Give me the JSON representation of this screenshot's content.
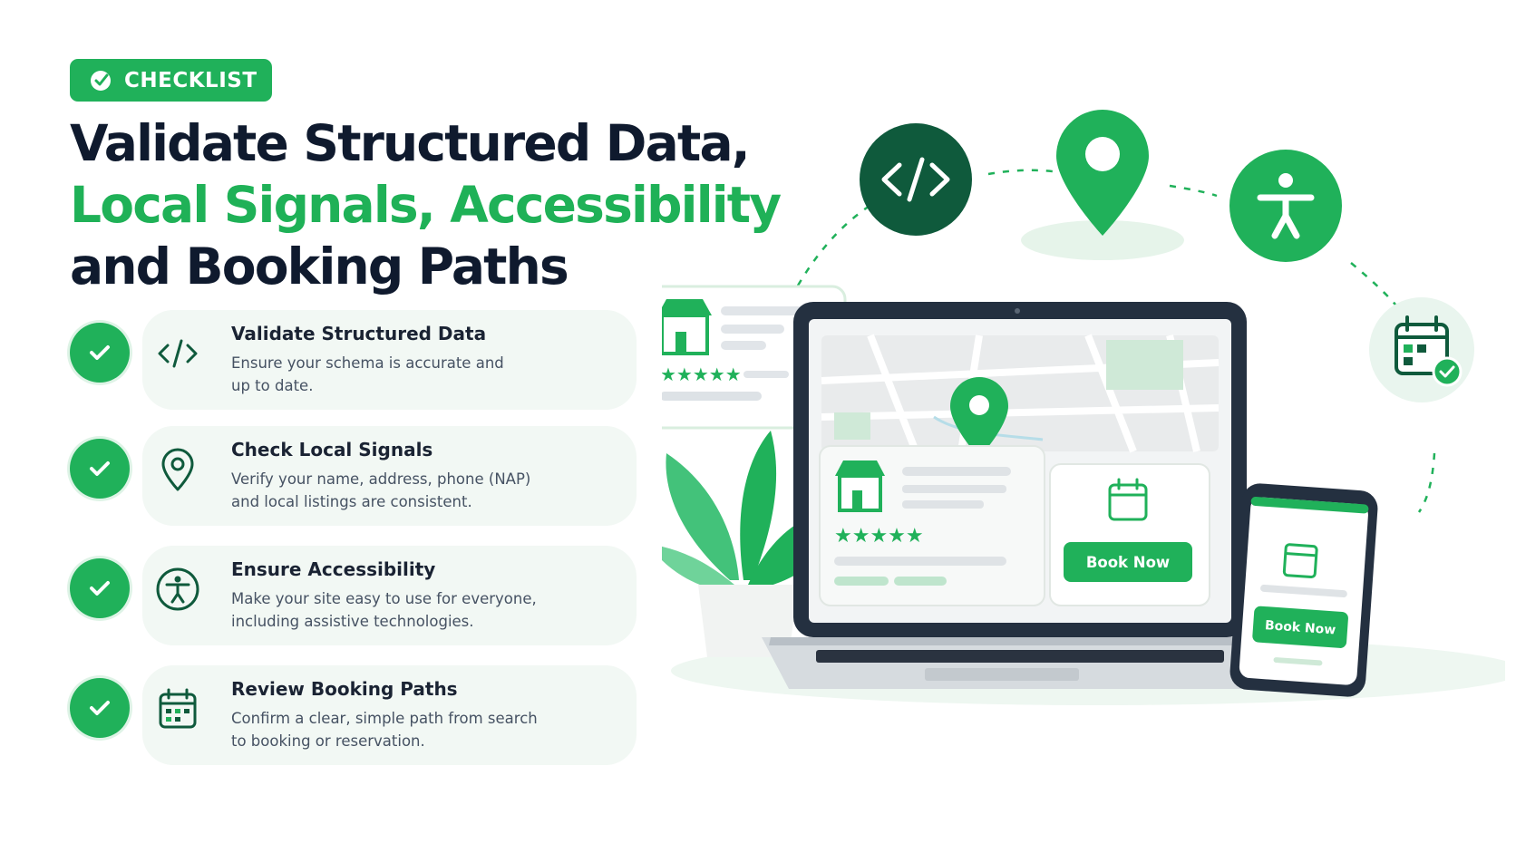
{
  "badge": {
    "label": "CHECKLIST",
    "icon": "leaf-check-icon"
  },
  "headline": {
    "line1": "Validate Structured Data,",
    "line2": "Local Signals, Accessibility",
    "line3": "and Booking Paths"
  },
  "items": [
    {
      "icon": "code-icon",
      "title": "Validate Structured Data",
      "desc_line1": "Ensure your schema is accurate and",
      "desc_line2": "up to date."
    },
    {
      "icon": "map-pin-icon",
      "title": "Check Local Signals",
      "desc_line1": "Verify your name, address, phone (NAP)",
      "desc_line2": "and local listings are consistent."
    },
    {
      "icon": "accessibility-icon",
      "title": "Ensure Accessibility",
      "desc_line1": "Make your site easy to use for everyone,",
      "desc_line2": "including assistive technologies."
    },
    {
      "icon": "calendar-icon",
      "title": "Review Booking Paths",
      "desc_line1": "Confirm a clear, simple path from search",
      "desc_line2": "to booking or reservation."
    }
  ],
  "illustration": {
    "laptop_button": "Book Now",
    "phone_button": "Book Now",
    "rating_stars": 5
  },
  "colors": {
    "brand_green": "#20b15a",
    "dark_green": "#0f5a3c",
    "headline_dark": "#0f1a2e",
    "card_bg": "#f2f8f4"
  }
}
